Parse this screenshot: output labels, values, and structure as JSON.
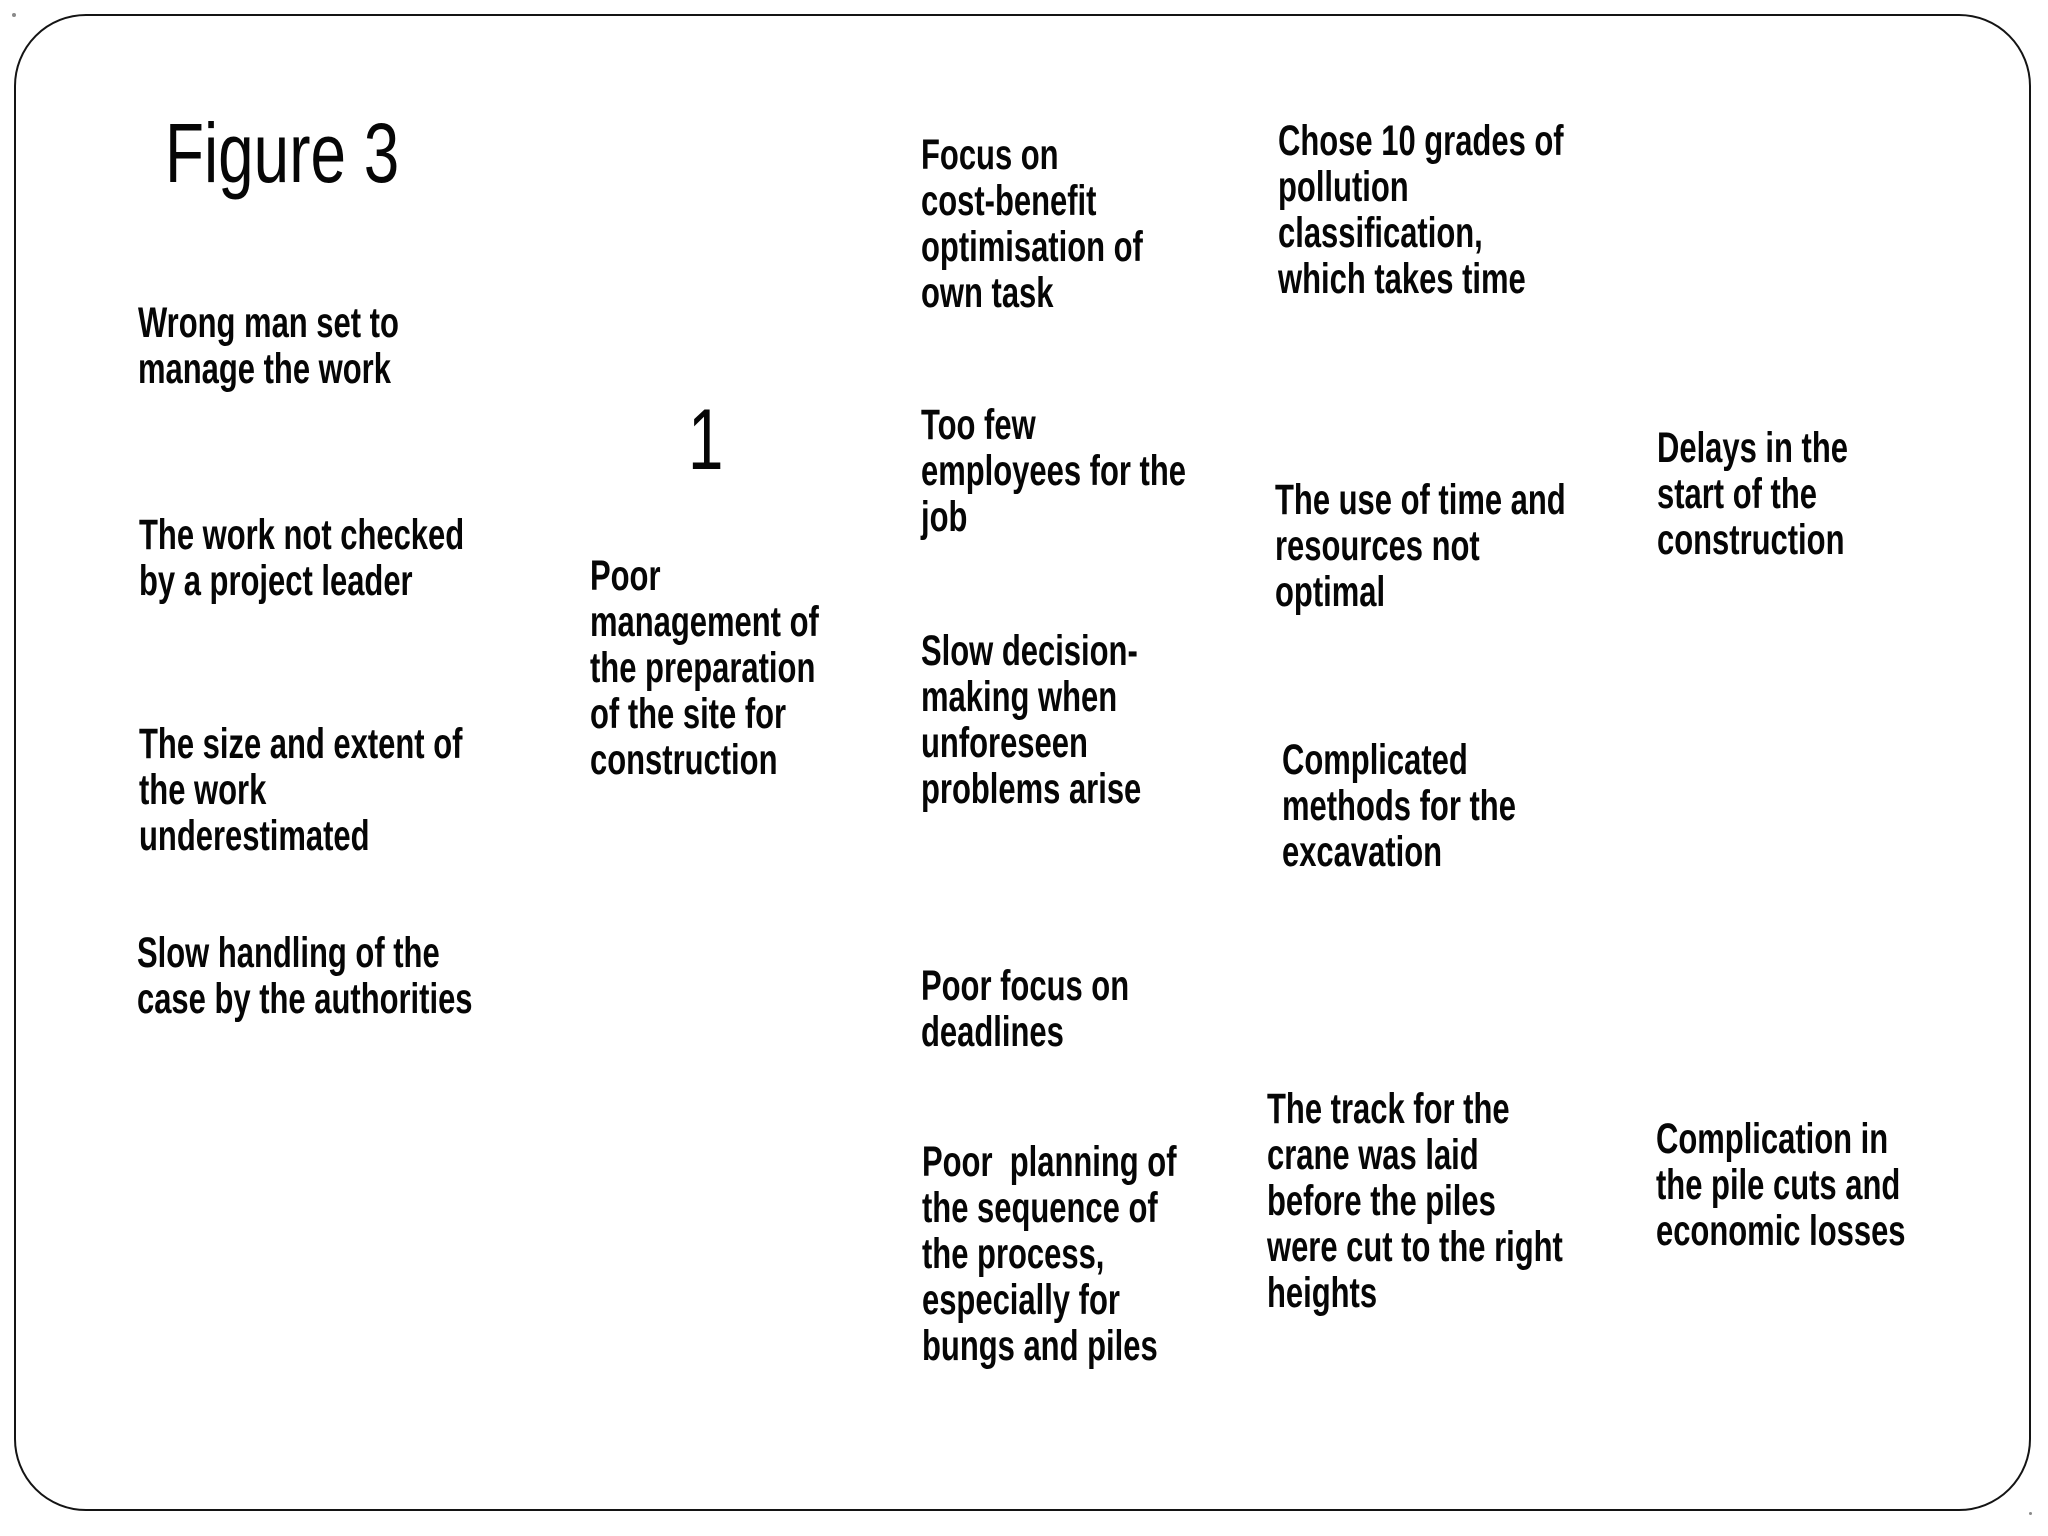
{
  "slide": {
    "title": "Figure 3",
    "number_label": "1",
    "columns": {
      "col1": {
        "items": [
          "Wrong man set to\nmanage the work",
          "The work not checked\nby a project leader",
          "The size and extent of\nthe work\nunderestimated",
          "Slow handling of the\ncase by the authorities"
        ]
      },
      "col2": {
        "items": [
          "Poor\nmanagement of\nthe preparation\nof the site for\nconstruction"
        ]
      },
      "col3": {
        "items": [
          "Focus on\ncost-benefit\noptimisation of\nown task",
          "Too few\nemployees for the\njob",
          "Slow decision-\nmaking when\nunforeseen\nproblems arise",
          "Poor focus on\ndeadlines",
          "Poor  planning of\nthe sequence of\nthe process,\nespecially for\nbungs and piles"
        ]
      },
      "col4": {
        "items": [
          "Chose 10 grades of\npollution\nclassification,\nwhich takes time",
          "The use of time and\nresources not\noptimal",
          "Complicated\nmethods for the\nexcavation",
          "The track for the\ncrane was laid\nbefore the piles\nwere cut to the right\nheights"
        ]
      },
      "col5": {
        "items": [
          "Delays in the\nstart of the\nconstruction",
          "Complication in\nthe pile cuts and\neconomic losses"
        ]
      }
    }
  }
}
